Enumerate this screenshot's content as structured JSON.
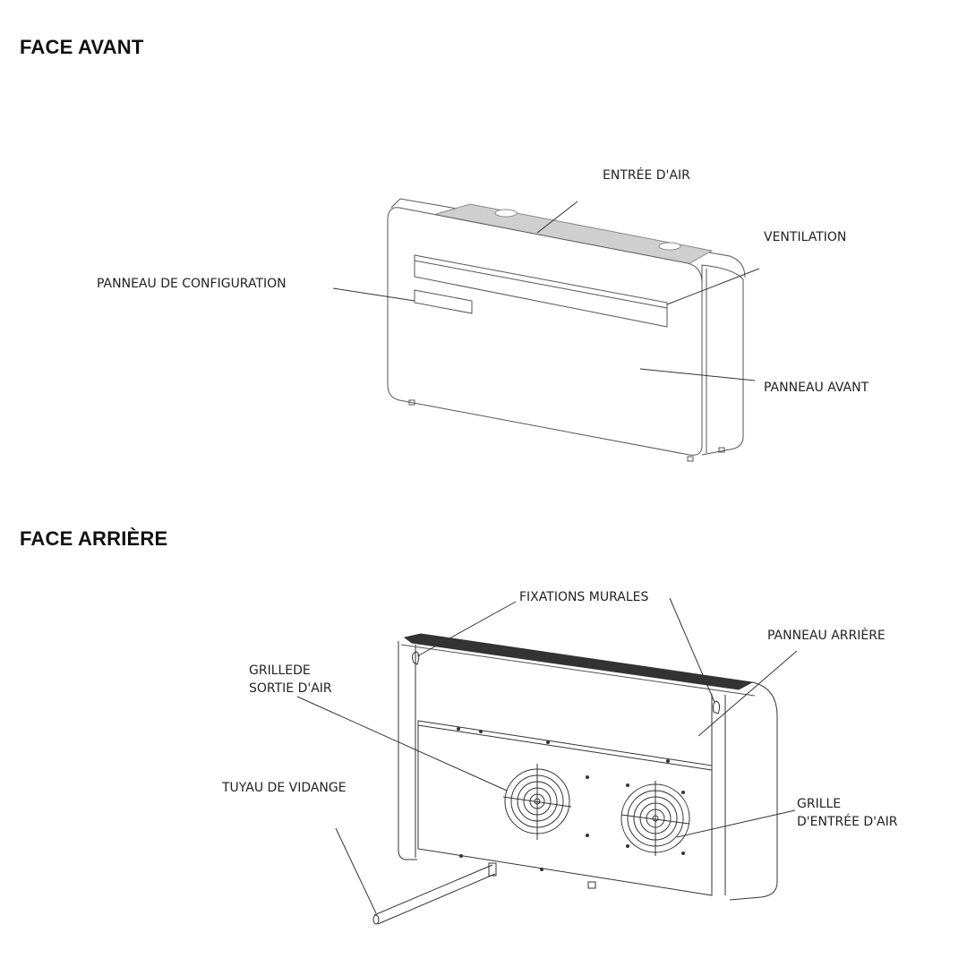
{
  "front": {
    "heading": "FACE AVANT",
    "labels": {
      "air_inlet": "ENTRÉE D'AIR",
      "ventilation": "VENTILATION",
      "config_panel": "PANNEAU DE CONFIGURATION",
      "front_panel": "PANNEAU AVANT"
    }
  },
  "rear": {
    "heading": "FACE ARRIÈRE",
    "labels": {
      "wall_mounts": "FIXATIONS MURALES",
      "rear_panel": "PANNEAU ARRIÈRE",
      "air_outlet_grille": "GRILLEDE\nSORTIE D'AIR",
      "drain_pipe": "TUYAU DE VIDANGE",
      "air_inlet_grille": "GRILLE\nD'ENTRÉE D'AIR"
    }
  }
}
